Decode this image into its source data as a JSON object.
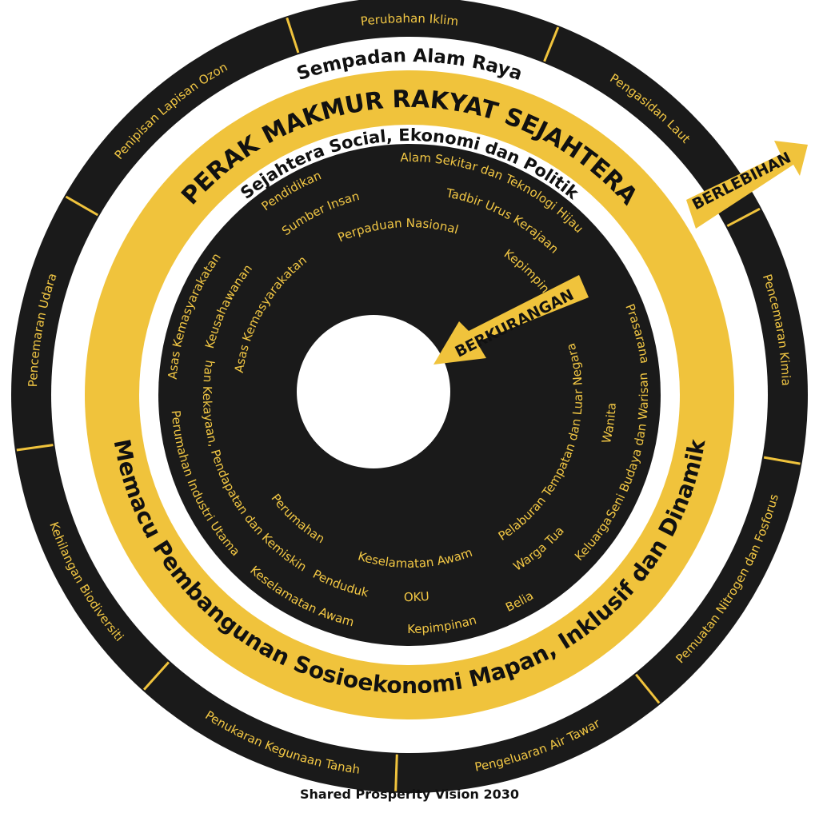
{
  "colors": {
    "black": "#1a1a1a",
    "gold": "#f0c33c",
    "goldText": "#f2c744",
    "white": "#ffffff",
    "dark": "#111111"
  },
  "outer_ring": {
    "segments": [
      "Perubahan Iklim",
      "Pengasidan Laut",
      "Pencemaran Kimia",
      "Pemuatan Nitrogen dan Fosforus",
      "Pengeluaran Air Tawar",
      "Penukaran Kegunaan Tanah",
      "Kehilangan Biodiversiti",
      "Pencemaran Udara",
      "Penipisan Lapisan Ozon"
    ]
  },
  "boundary_label": "Sempadan Alam Raya",
  "gold_ring": {
    "top_text": "PERAK MAKMUR RAKYAT SEJAHTERA",
    "bottom_text": "Memacu Pembangunan Sosioekonomi Mapan, Inklusif dan Dinamik"
  },
  "inner_title": "Sejahtera Social, Ekonomi dan Politik",
  "inner_ring_outer_items": [
    "Alam Sekitar dan Teknologi Hijau",
    "Prasarana",
    "Seni Budaya dan Warisan",
    "Keluarga",
    "Belia",
    "Kepimpinan",
    "Keselamatan Awam",
    "Industri Utama",
    "Perumahan",
    "Asas Kemasyarakatan",
    "Pendidikan"
  ],
  "inner_ring_middle_items": [
    "Tadbir Urus Kerajaan",
    "Wanita",
    "Warga Tua",
    "OKU",
    "Penduduk",
    "Agihan Kekayaan, Pendapatan dan Kemiskinan",
    "Keusahawanan",
    "Sumber Insan"
  ],
  "inner_ring_inner_items": [
    "Kepimpinan",
    "Pelaburan Tempatan dan Luar Negara",
    "Keselamatan Awam",
    "Perumahan",
    "Asas Kemasyarakatan",
    "Perpaduan Nasional"
  ],
  "arrows": {
    "outward": "BERLEBIHAN",
    "inward": "BERKURANGAN"
  },
  "caption": "Shared Prosperity Vision 2030"
}
